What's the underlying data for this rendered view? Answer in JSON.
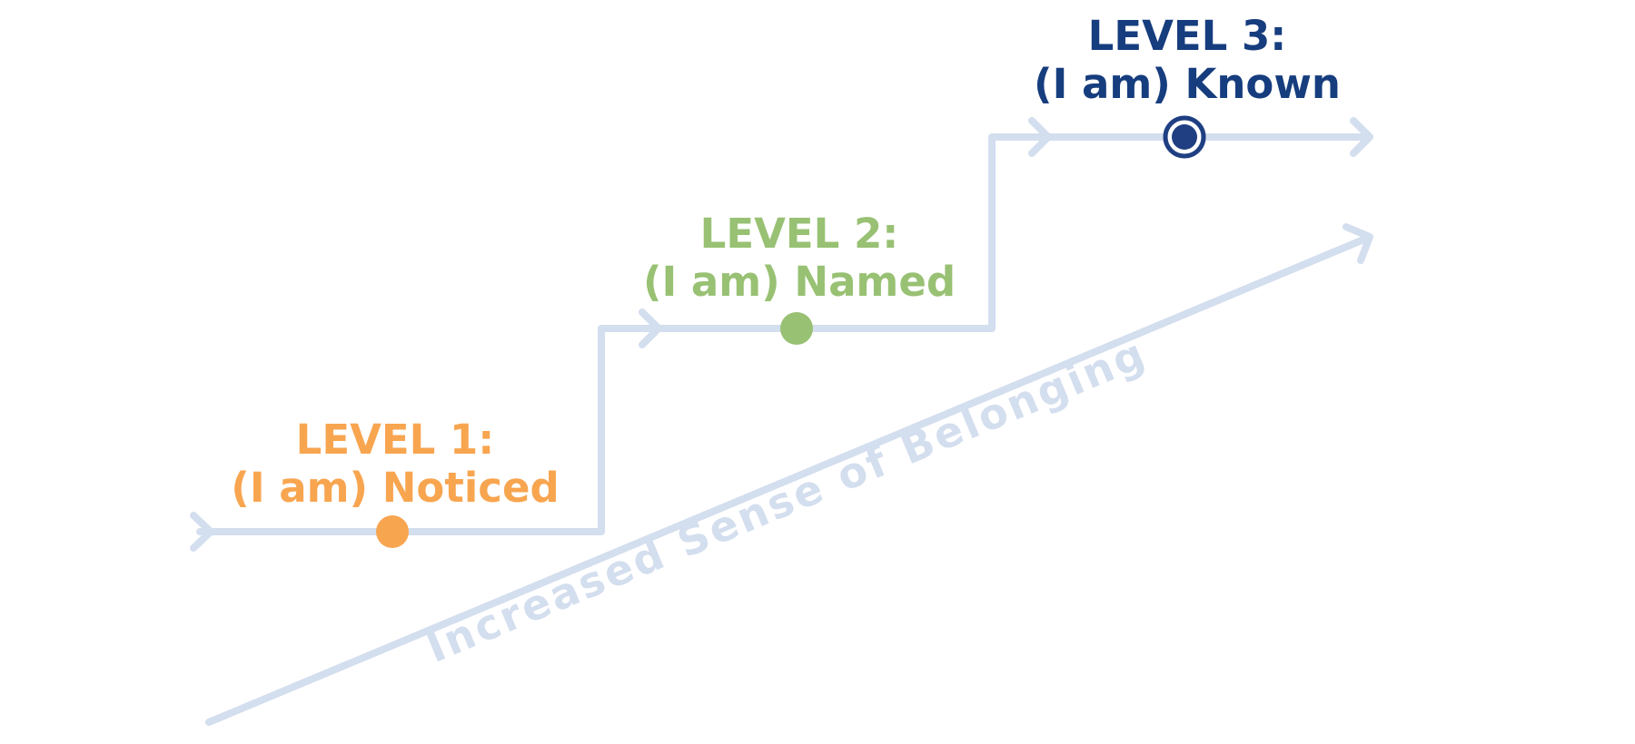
{
  "colors": {
    "path": "#d3deee",
    "level1": "#f8a550",
    "level2": "#98c173",
    "level3": "#1f3f82",
    "level3_text": "#163d7e",
    "belonging": "#d3deee"
  },
  "levels": [
    {
      "label": "LEVEL 1:",
      "caption": "(I am) Noticed",
      "marker_icon": "filled-circle-icon"
    },
    {
      "label": "LEVEL 2:",
      "caption": "(I am) Named",
      "marker_icon": "filled-circle-icon"
    },
    {
      "label": "LEVEL 3:",
      "caption": "(I am) Known",
      "marker_icon": "target-circle-icon"
    }
  ],
  "belonging_arrow": {
    "label": "Increased Sense of Belonging"
  }
}
